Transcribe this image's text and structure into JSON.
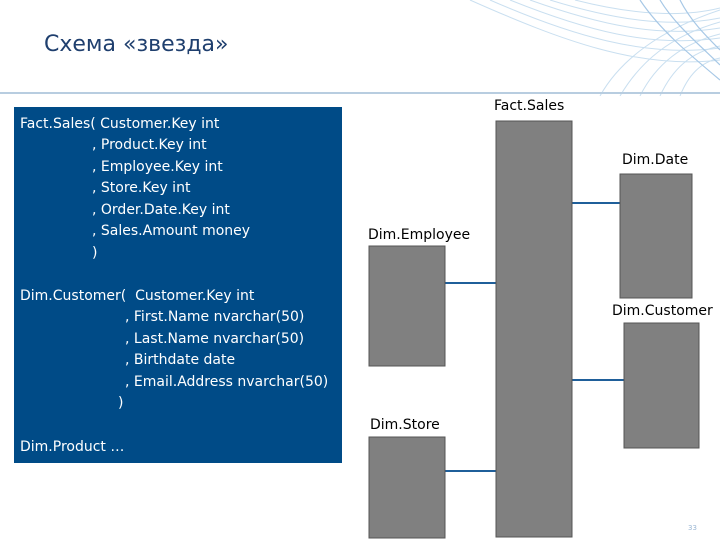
{
  "slide": {
    "title": "Схема «звезда»",
    "slide_number": "33",
    "accent_color": "#004b87",
    "title_color": "#1f3f6e"
  },
  "code_panel": {
    "lines": [
      "Fact.Sales( Customer.Key int",
      ", Product.Key int",
      ", Employee.Key int",
      ", Store.Key int",
      ", Order.Date.Key int",
      ", Sales.Amount money",
      ")",
      "Dim.Customer(  Customer.Key int",
      ", First.Name nvarchar(50)",
      ", Last.Name nvarchar(50)",
      ", Birthdate date",
      ", Email.Address nvarchar(50)",
      ")",
      "Dim.Product …"
    ]
  },
  "diagram": {
    "fact_table": "Fact.Sales",
    "dimensions": {
      "date": "Dim.Date",
      "employee": "Dim.Employee",
      "customer": "Dim.Customer",
      "store": "Dim.Store"
    },
    "box_color": "#808080",
    "link_color": "#1f5f9a"
  }
}
